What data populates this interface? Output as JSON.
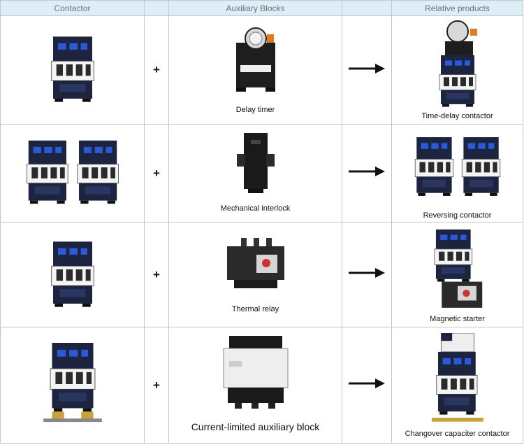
{
  "header": {
    "contactor": "Contactor",
    "auxiliary": "Auxiliary Blocks",
    "relative": "Relative products"
  },
  "rows": [
    {
      "operator": "+",
      "auxiliary_caption": "Delay timer",
      "product_caption": "Time-delay contactor"
    },
    {
      "operator": "+",
      "auxiliary_caption": "Mechanical interlock",
      "product_caption": "Reversing contactor"
    },
    {
      "operator": "+",
      "auxiliary_caption": "Thermal relay",
      "product_caption": "Magnetic starter"
    },
    {
      "operator": "+",
      "auxiliary_caption": "Current-limited auxiliary block",
      "product_caption": "Changover capaciter contactor"
    }
  ],
  "colors": {
    "header_bg": "#ddeef8",
    "header_text": "#6b7078",
    "grid_line": "#c6c6c6",
    "contactor_body": "#1c2440",
    "contactor_accent": "#2a5ad8",
    "contactor_white": "#f4f4f4"
  },
  "icons": [
    "contactor-icon",
    "delay-timer-icon",
    "mechanical-interlock-icon",
    "thermal-relay-icon",
    "auxiliary-block-icon",
    "arrow-right-icon"
  ]
}
